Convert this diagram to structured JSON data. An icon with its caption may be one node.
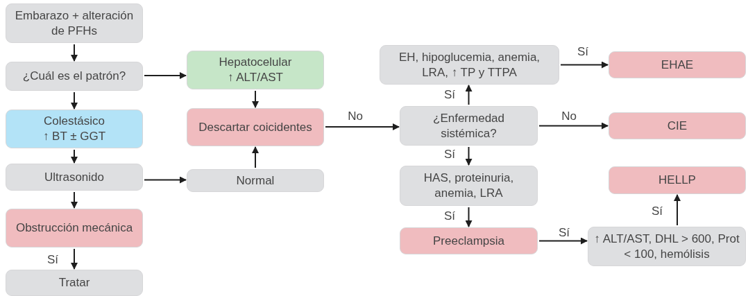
{
  "diagram": {
    "nodes": [
      {
        "text": [
          "Embarazo + alteración de PFHs"
        ]
      },
      {
        "text": [
          "¿Cuál es el patrón?"
        ]
      },
      {
        "text": [
          "Colestásico",
          "↑ BT ± GGT"
        ]
      },
      {
        "text": [
          "Ultrasonido"
        ]
      },
      {
        "text": [
          "Obstrucción mecánica"
        ]
      },
      {
        "text": [
          "Tratar"
        ]
      },
      {
        "text": [
          "Hepatocelular",
          "↑ ALT/AST"
        ]
      },
      {
        "text": [
          "Descartar coicidentes"
        ]
      },
      {
        "text": [
          "Normal"
        ]
      },
      {
        "text": [
          "EH, hipoglucemia, anemia, LRA, ↑ TP y TTPA"
        ]
      },
      {
        "text": [
          "EHAE"
        ]
      },
      {
        "text": [
          "¿Enfermedad sistémica?"
        ]
      },
      {
        "text": [
          "CIE"
        ]
      },
      {
        "text": [
          "HAS, proteinuria, anemia, LRA"
        ]
      },
      {
        "text": [
          "Preeclampsia"
        ]
      },
      {
        "text": [
          "↑ ALT/AST, DHL > 600, Prot < 100, hemólisis"
        ]
      },
      {
        "text": [
          "HELLP"
        ]
      }
    ],
    "edges": [
      {
        "from": 0,
        "to": 1,
        "arrow": "to"
      },
      {
        "from": 1,
        "to": 6,
        "arrow": "to"
      },
      {
        "from": 1,
        "to": 2,
        "arrow": "to"
      },
      {
        "from": 6,
        "to": 7,
        "arrow": "to"
      },
      {
        "from": 2,
        "to": 3,
        "arrow": "to"
      },
      {
        "from": 3,
        "to": 8,
        "arrow": "to"
      },
      {
        "from": 8,
        "to": 7,
        "arrow": "to"
      },
      {
        "from": 3,
        "to": 4,
        "arrow": "to"
      },
      {
        "from": 4,
        "to": 5,
        "arrow": "to",
        "label": "Sí"
      },
      {
        "from": 7,
        "to": 11,
        "arrow": "to",
        "label": "No"
      },
      {
        "from": 11,
        "to": 9,
        "arrow": "to",
        "label": "Sí"
      },
      {
        "from": 9,
        "to": 10,
        "arrow": "to",
        "label": "Sí"
      },
      {
        "from": 11,
        "to": 12,
        "arrow": "to",
        "label": "No"
      },
      {
        "from": 11,
        "to": 13,
        "arrow": "to",
        "label": "Sí"
      },
      {
        "from": 13,
        "to": 14,
        "arrow": "to",
        "label": "Sí"
      },
      {
        "from": 14,
        "to": 15,
        "arrow": "to",
        "label": "Sí"
      },
      {
        "from": 15,
        "to": 16,
        "arrow": "to",
        "label": "Sí"
      }
    ]
  }
}
